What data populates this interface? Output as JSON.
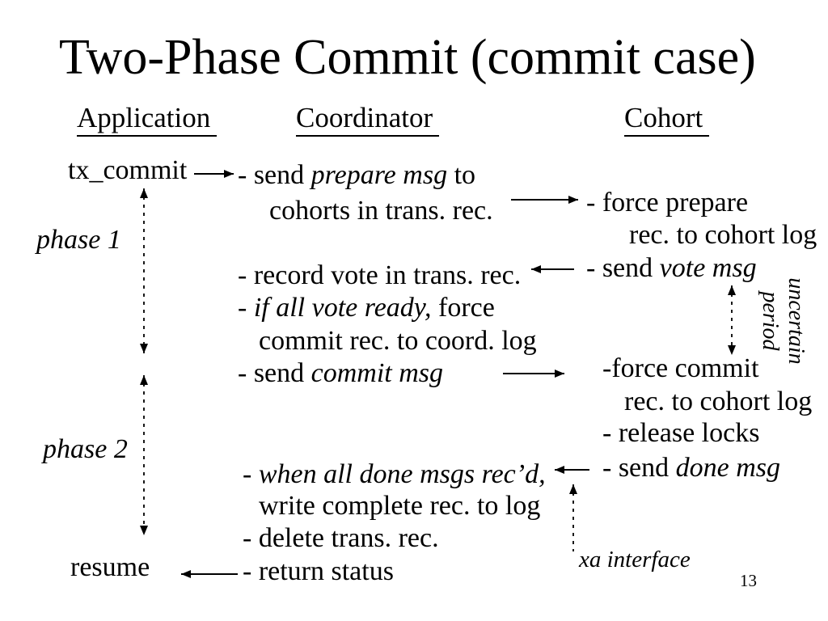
{
  "slide": {
    "title": "Two-Phase Commit (commit case)",
    "page_number": "13"
  },
  "headers": {
    "application": "Application",
    "coordinator": "Coordinator",
    "cohort": "Cohort"
  },
  "application": {
    "tx_commit": "tx_commit",
    "resume": "resume",
    "phase1": "phase 1",
    "phase2": "phase 2"
  },
  "coordinator": {
    "lines": [
      {
        "pre": "- send ",
        "em": "prepare msg",
        "post": " to"
      },
      {
        "pre": "cohorts in trans. rec."
      },
      {
        "pre": "- record vote in trans. rec."
      },
      {
        "pre": "- ",
        "em": "if all vote ready,",
        "post": " force"
      },
      {
        "pre": "commit rec. to coord. log"
      },
      {
        "pre": "- send ",
        "em": "commit msg"
      },
      {
        "pre": "- ",
        "em": "when all done msgs rec’d,"
      },
      {
        "pre": "write complete rec. to log"
      },
      {
        "pre": "- delete trans. rec."
      },
      {
        "pre": "- return status"
      }
    ]
  },
  "cohort": {
    "lines": [
      {
        "pre": "- force prepare"
      },
      {
        "pre": "rec. to cohort log"
      },
      {
        "pre": "- send ",
        "em": "vote msg"
      },
      {
        "pre": "-force commit"
      },
      {
        "pre": "rec. to cohort log"
      },
      {
        "pre": "- release locks"
      },
      {
        "pre": "- send ",
        "em": "done msg"
      }
    ]
  },
  "annotations": {
    "uncertain_line1": "uncertain",
    "uncertain_line2": "period",
    "xa_interface": "xa interface"
  },
  "colors": {
    "background": "#ffffff",
    "ink": "#000000"
  }
}
